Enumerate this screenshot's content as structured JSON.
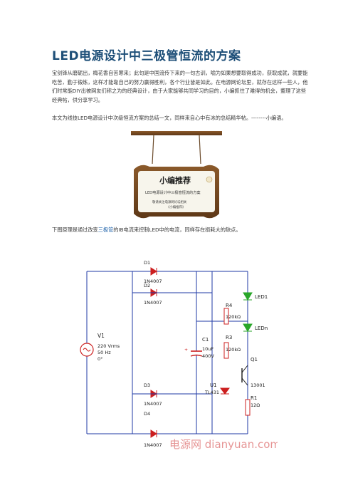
{
  "document": {
    "title": "LED电源设计中三极管恒流的方案",
    "intro_paragraph": "宝剑锋从磨砺出，梅花香自苦寒来；此句是中国流传下来的一句古训，喻为如果想要取得成功，获取成就，就要能吃苦，勤于锻炼，这样才能靠自己的努力赢得胜利，各个行业皆是如此。在电源网论坛里，就存在这样一些人，他们时常能DIY出被网友们称之为的经典设计，由于大家能够共同学习的目的，小编抓住了难得的机会，整理了这些经典帖，供分享学习。",
    "summary_paragraph": "本文为线技LED电源设计中次级恒流方案的总结一文，同样来自心中有冰的总结精华帖。--------小编语。",
    "circuit_intro_prefix": "下图原理是通过改变",
    "circuit_intro_link": "三极管",
    "circuit_intro_suffix": "的IB电流来控制LED中的电流，同样存在损耗大的缺点。"
  },
  "sign": {
    "heading": "小编推荐",
    "subtitle": "LED电源设计中三极管恒流的方案",
    "footer_line1": "敬请关注电源网论坛相关",
    "footer_line2": "《小编推荐》"
  },
  "circuit": {
    "labels": {
      "d1": "D1",
      "d1_part": "1N4007",
      "d2": "D2",
      "d2_part": "1N4007",
      "d3": "D3",
      "d3_part": "1N4007",
      "d4": "D4",
      "d4_part": "1N4007",
      "v1": "V1",
      "v1_voltage": "220 Vrms",
      "v1_freq": "50 Hz",
      "v1_phase": "0°",
      "c1": "C1",
      "c1_value": "10uF",
      "c1_voltage": "400V",
      "r4": "R4",
      "r4_value": "120kΩ",
      "r3": "R3",
      "r3_value": "120kΩ",
      "r1": "R1",
      "r1_value": "12Ω",
      "led1": "LED1",
      "ledn": "LEDn",
      "q1": "Q1",
      "q1_part": "13001",
      "u1": "U1",
      "u1_part": "TL431"
    },
    "watermark": "电源网 dianyuan.com",
    "colors": {
      "wire": "#1f3aa6",
      "led": "#2aa62a",
      "component": "#cc1f1f",
      "watermark": "#d23c3c"
    }
  }
}
